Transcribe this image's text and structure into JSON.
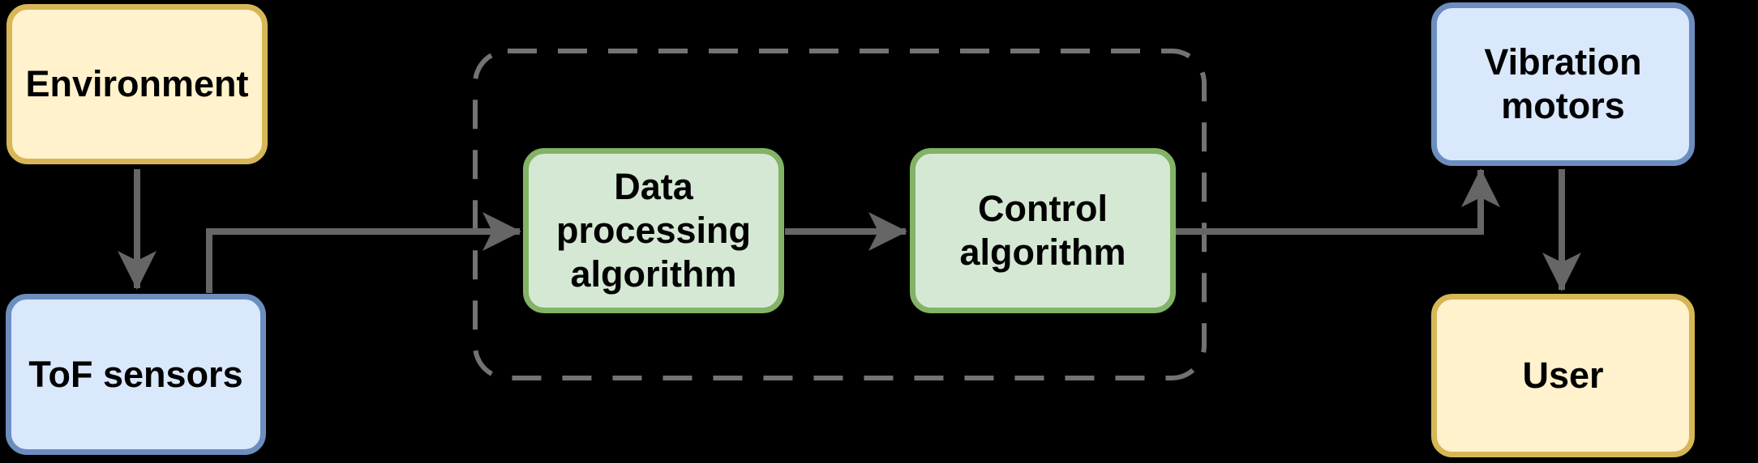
{
  "diagram": {
    "background": "#000000",
    "arrow_color": "#666666",
    "container": {
      "role": "processing-unit-group",
      "stroke": "#737373",
      "style": "dashed"
    },
    "nodes": [
      {
        "id": "environment",
        "label": "Environment",
        "fill": "#fff2cc",
        "stroke": "#d6b656"
      },
      {
        "id": "tof-sensors",
        "label": "ToF sensors",
        "fill": "#dae8fc",
        "stroke": "#6c8ebf"
      },
      {
        "id": "data-processing",
        "label": "Data processing algorithm",
        "fill": "#d5e8d4",
        "stroke": "#82b366"
      },
      {
        "id": "control",
        "label": "Control algorithm",
        "fill": "#d5e8d4",
        "stroke": "#82b366"
      },
      {
        "id": "vibration-motors",
        "label": "Vibration motors",
        "fill": "#dae8fc",
        "stroke": "#6c8ebf"
      },
      {
        "id": "user",
        "label": "User",
        "fill": "#fff2cc",
        "stroke": "#d6b656"
      }
    ],
    "edges": [
      {
        "from": "Environment",
        "to": "ToF sensors"
      },
      {
        "from": "ToF sensors",
        "to": "Data processing algorithm"
      },
      {
        "from": "Data processing algorithm",
        "to": "Control algorithm"
      },
      {
        "from": "Control algorithm",
        "to": "Vibration motors"
      },
      {
        "from": "Vibration motors",
        "to": "User"
      }
    ]
  }
}
